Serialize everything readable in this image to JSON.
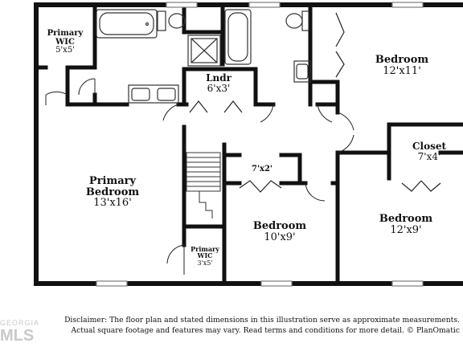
{
  "rooms": {
    "primary_wic": {
      "name": "Primary WIC",
      "dims": "5'x5'"
    },
    "laundry": {
      "name": "Lndr",
      "dims": "6'x3'"
    },
    "bedroom_ne": {
      "name": "Bedroom",
      "dims": "12'x11'"
    },
    "closet": {
      "name": "Closet",
      "dims": "7'x4'"
    },
    "primary_bedroom": {
      "name": "Primary Bedroom",
      "dims": "13'x16'"
    },
    "hall_closet": {
      "dims": "7'x2'"
    },
    "bedroom_center": {
      "name": "Bedroom",
      "dims": "10'x9'"
    },
    "bedroom_se": {
      "name": "Bedroom",
      "dims": "12'x9'"
    },
    "primary_wic_small": {
      "name": "Primary WIC",
      "dims": "3'x5'"
    }
  },
  "disclaimer": {
    "line1": "Disclaimer: The floor plan and stated dimensions in this illustration serve as approximate measurements.",
    "line2": "Actual square footage and features may vary. Read terms and conditions for more detail. © PlanOmatic"
  },
  "watermark": {
    "line1": "GEORGIA",
    "line2": "MLS"
  },
  "colors": {
    "wall": "#111111",
    "fixture": "#333333",
    "window": "#7d7d7d"
  }
}
